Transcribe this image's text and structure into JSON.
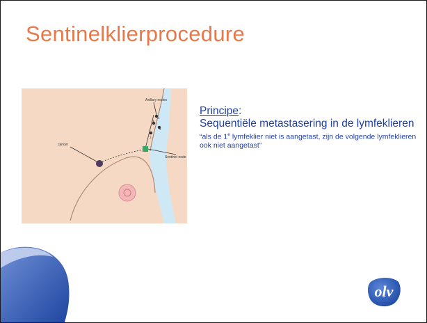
{
  "slide": {
    "title": "Sentinelklierprocedure",
    "principle_label": "Principe",
    "principle_colon": ":",
    "statement": "Sequentiële metastasering in de lymfeklieren",
    "quote_part1": "“als de 1",
    "quote_superscript": "e",
    "quote_part2": " lymfeklier niet is aangetast, zijn de volgende lymfeklieren ook niet aangetast”"
  },
  "figure": {
    "label_axillary": "Axillary nodes",
    "label_cancer": "cancer",
    "label_sentinel": "Sentinel node",
    "node_numbers": [
      "1",
      "2",
      "3",
      "4"
    ]
  },
  "logo": {
    "text": "olv"
  },
  "colors": {
    "title": "#e8784a",
    "text": "#1f3fa8",
    "skin": "#f5d9c4",
    "background_water": "#cfe8f5",
    "swoosh": "#2a57b5",
    "logo": "#2c5fb8"
  }
}
